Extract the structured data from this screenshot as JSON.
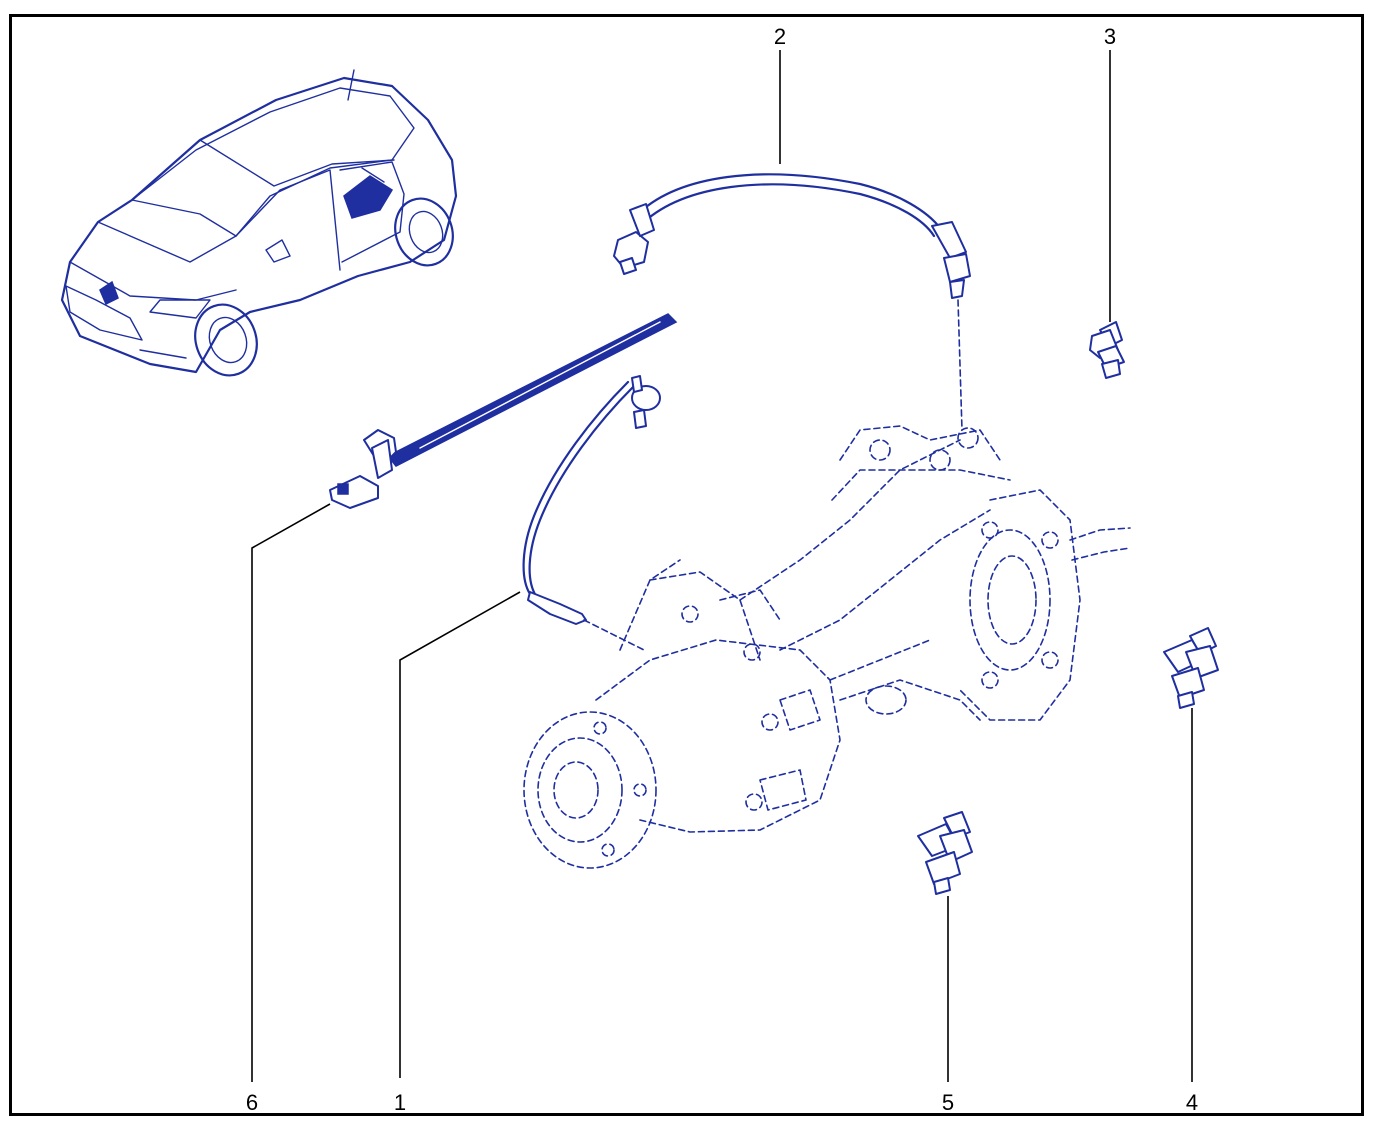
{
  "diagram": {
    "line_color": "#1f2fa0",
    "callouts": [
      {
        "id": "1",
        "label": "1"
      },
      {
        "id": "2",
        "label": "2"
      },
      {
        "id": "3",
        "label": "3"
      },
      {
        "id": "4",
        "label": "4"
      },
      {
        "id": "5",
        "label": "5"
      },
      {
        "id": "6",
        "label": "6"
      }
    ],
    "icons": {
      "vehicle": "car-icon",
      "hose": "breather-hose-icon",
      "clip": "hose-clip-icon",
      "tie": "cable-tie-icon",
      "assembly": "rear-differential-icon"
    }
  }
}
